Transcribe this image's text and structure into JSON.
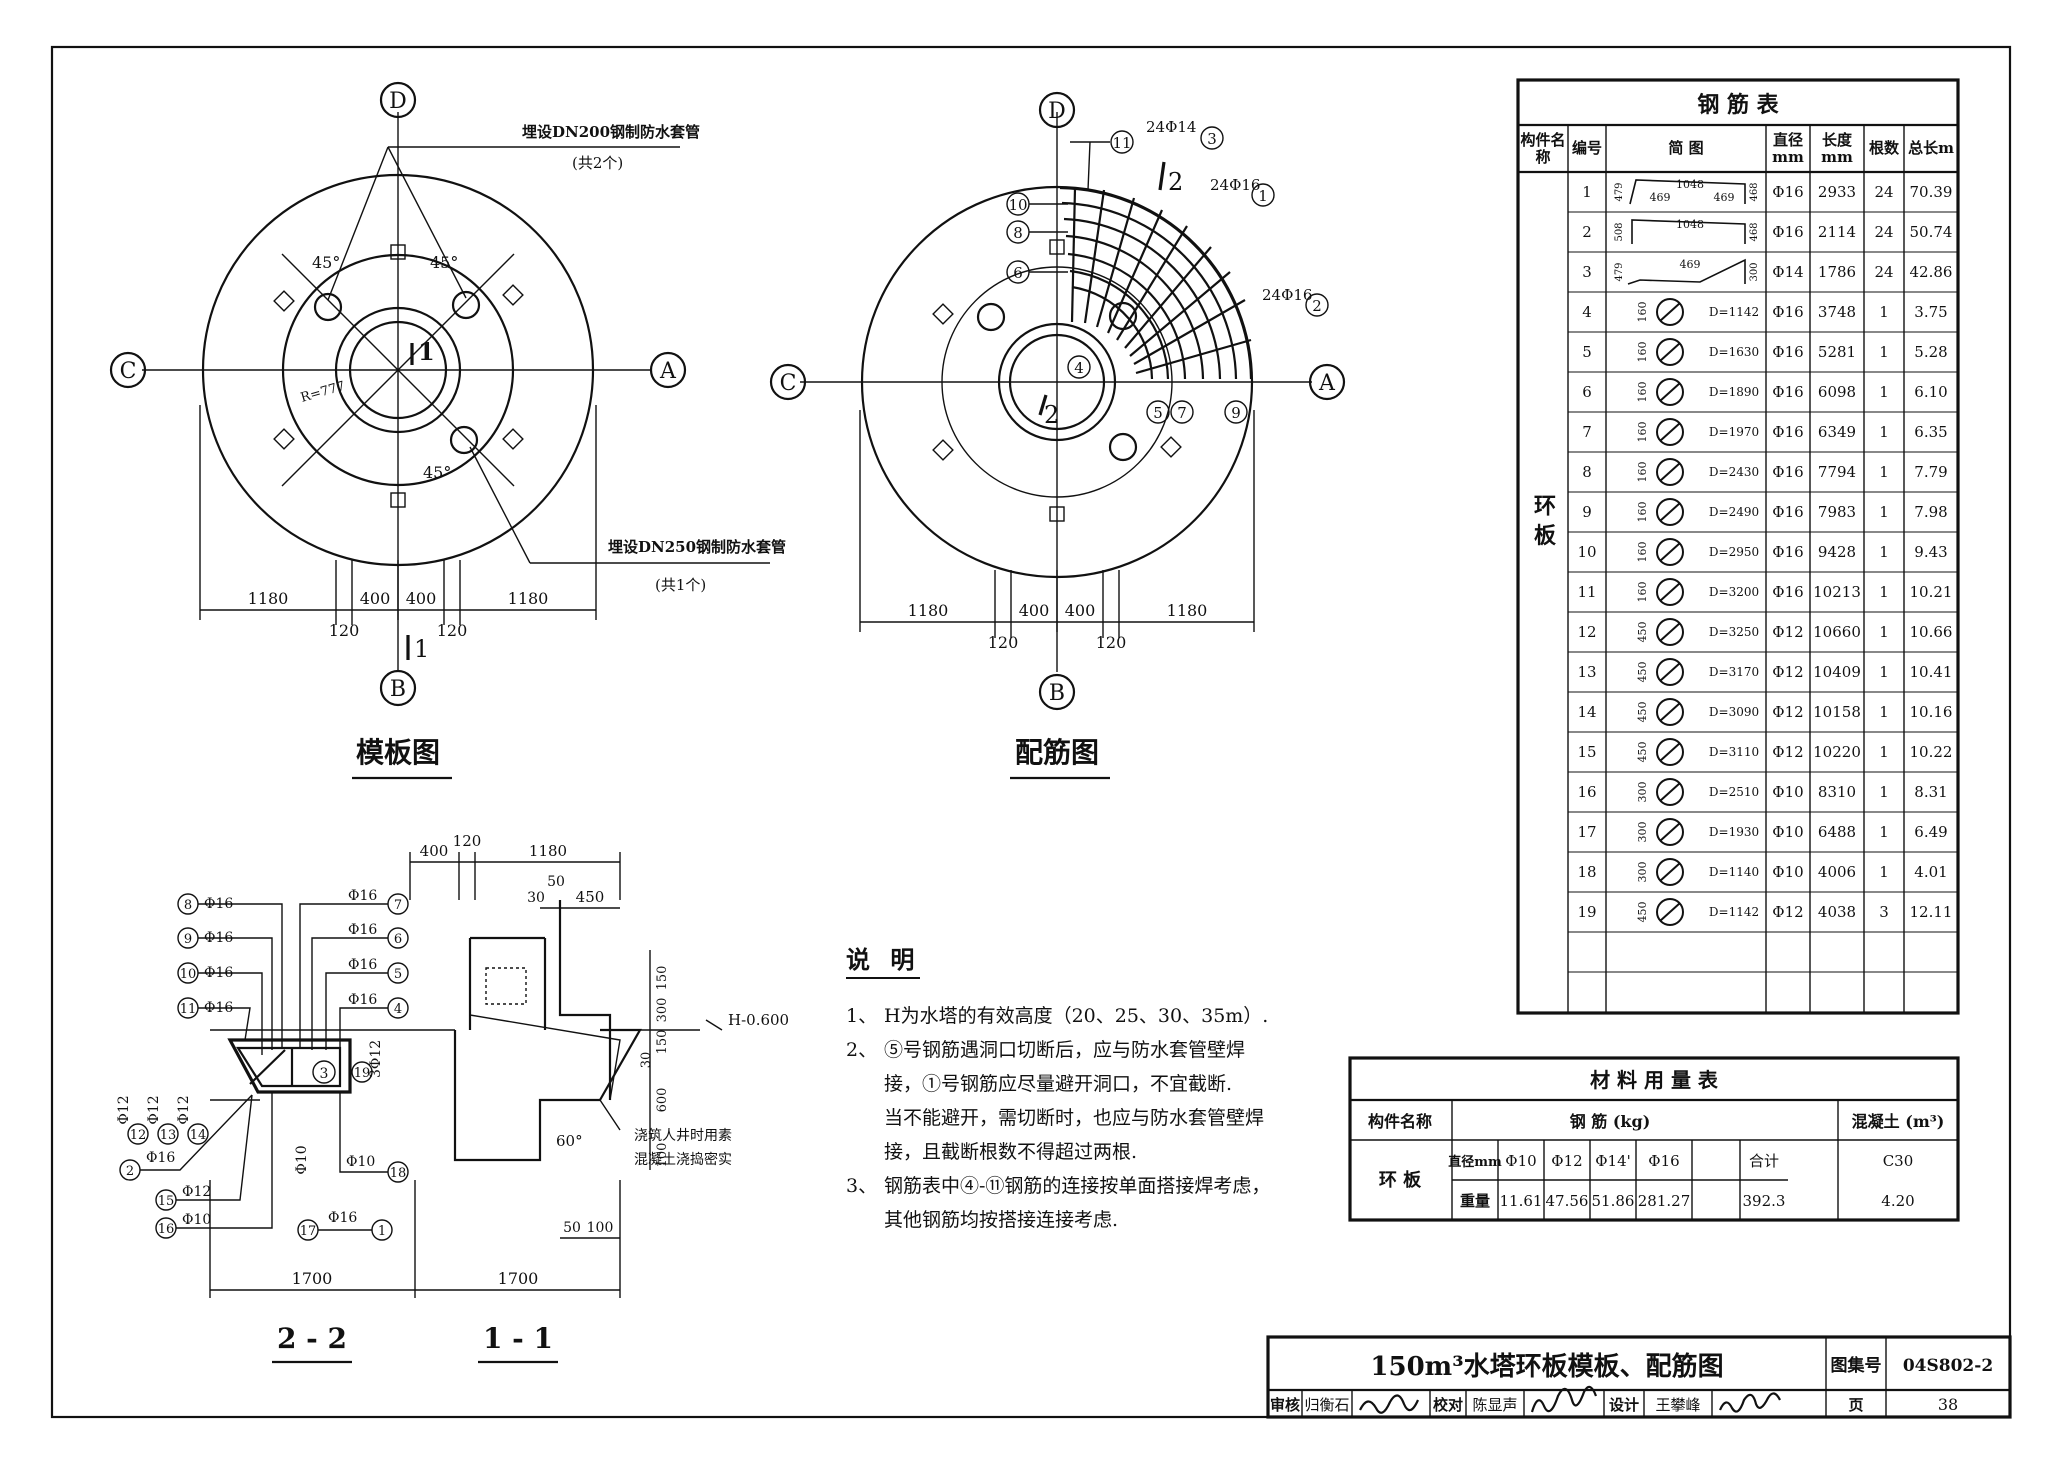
{
  "plan_view": {
    "title": "模板图",
    "labels": {
      "d": "D",
      "a": "A",
      "b": "B",
      "c": "C"
    },
    "note1": "埋设DN200钢制防水套管",
    "note1b": "(共2个)",
    "note2": "埋设DN250钢制防水套管",
    "note2b": "(共1个)",
    "angle": "45°",
    "radius": "R=777",
    "section_mark": "1",
    "dims": [
      "1180",
      "400",
      "400",
      "1180"
    ],
    "dims_small": [
      "120",
      "120"
    ]
  },
  "rebar_view": {
    "title": "配筋图",
    "labels": {
      "d": "D",
      "a": "A",
      "b": "B",
      "c": "C"
    },
    "callouts": [
      "24Φ14",
      "24Φ16",
      "24Φ16"
    ],
    "bubbles": [
      "11",
      "3",
      "10",
      "8",
      "6",
      "4",
      "5",
      "7",
      "9",
      "1",
      "2"
    ],
    "section_mark": "2",
    "dims": [
      "1180",
      "400",
      "400",
      "1180"
    ],
    "dims_small": [
      "120",
      "120"
    ]
  },
  "section": {
    "title_22": "2 - 2",
    "title_11": "1 - 1",
    "top_dims": [
      "400",
      "120",
      "1180",
      "30",
      "50",
      "450"
    ],
    "bottom_dims": [
      "1700",
      "1700"
    ],
    "right_dims": [
      "150",
      "300",
      "150",
      "600",
      "100",
      "30"
    ],
    "side_dims": [
      "50",
      "100"
    ],
    "level": "H-0.600",
    "angle": "60°",
    "pour_note_1": "浇筑人井时用素",
    "pour_note_2": "混凝土浇捣密实",
    "left_labels": [
      {
        "n": "8",
        "d": "Φ16"
      },
      {
        "n": "9",
        "d": "Φ16"
      },
      {
        "n": "10",
        "d": "Φ16"
      },
      {
        "n": "11",
        "d": "Φ16"
      }
    ],
    "right_labels": [
      {
        "n": "7",
        "d": "Φ16"
      },
      {
        "n": "6",
        "d": "Φ16"
      },
      {
        "n": "5",
        "d": "Φ16"
      },
      {
        "n": "4",
        "d": "Φ16"
      }
    ],
    "misc": {
      "r19": "19",
      "r19d": "3Φ12",
      "vert": [
        "Φ12",
        "Φ12",
        "Φ12"
      ],
      "c12": "12",
      "c13": "13",
      "c14": "14",
      "c2": "2",
      "c2d": "Φ16",
      "c15": "15",
      "c15d": "Φ12",
      "c16": "16",
      "c16d": "Φ10",
      "c17": "17",
      "c17d": "Φ16",
      "c1": "1",
      "c18": "18",
      "c18d": "Φ10",
      "mid": "Φ10",
      "c3": "3"
    }
  },
  "notes": {
    "heading": "说 明",
    "items": [
      {
        "num": "1、",
        "lines": [
          "H为水塔的有效高度（20、25、30、35m）."
        ]
      },
      {
        "num": "2、",
        "lines": [
          "⑤号钢筋遇洞口切断后，应与防水套管壁焊",
          "接，①号钢筋应尽量避开洞口，不宜截断.",
          "当不能避开，需切断时，也应与防水套管壁焊",
          "接，且截断根数不得超过两根."
        ]
      },
      {
        "num": "3、",
        "lines": [
          "钢筋表中④-⑪钢筋的连接按单面搭接焊考虑，",
          "其他钢筋均按搭接连接考虑."
        ]
      }
    ]
  },
  "rebar_table": {
    "title": "钢 筋 表",
    "headers": [
      "构件名称",
      "编号",
      "简 图",
      "直径mm",
      "长度mm",
      "根数",
      "总长m"
    ],
    "member": "环 板",
    "rows": [
      {
        "no": "1",
        "shape": "trap",
        "h": "479",
        "mid": "1048",
        "w": "469",
        "w2": "469",
        "r": "468",
        "d": "Φ16",
        "len": "2933",
        "cnt": "24",
        "tot": "70.39"
      },
      {
        "no": "2",
        "shape": "trap2",
        "h": "508",
        "mid": "1048",
        "r": "468",
        "d": "Φ16",
        "len": "2114",
        "cnt": "24",
        "tot": "50.74"
      },
      {
        "no": "3",
        "shape": "hook",
        "h": "479",
        "mid": "469",
        "r": "300",
        "d": "Φ14",
        "len": "1786",
        "cnt": "24",
        "tot": "42.86"
      },
      {
        "no": "4",
        "shape": "ring",
        "lap": "160",
        "dia": "D=1142",
        "d": "Φ16",
        "len": "3748",
        "cnt": "1",
        "tot": "3.75"
      },
      {
        "no": "5",
        "shape": "ring",
        "lap": "160",
        "dia": "D=1630",
        "d": "Φ16",
        "len": "5281",
        "cnt": "1",
        "tot": "5.28"
      },
      {
        "no": "6",
        "shape": "ring",
        "lap": "160",
        "dia": "D=1890",
        "d": "Φ16",
        "len": "6098",
        "cnt": "1",
        "tot": "6.10"
      },
      {
        "no": "7",
        "shape": "ring",
        "lap": "160",
        "dia": "D=1970",
        "d": "Φ16",
        "len": "6349",
        "cnt": "1",
        "tot": "6.35"
      },
      {
        "no": "8",
        "shape": "ring",
        "lap": "160",
        "dia": "D=2430",
        "d": "Φ16",
        "len": "7794",
        "cnt": "1",
        "tot": "7.79"
      },
      {
        "no": "9",
        "shape": "ring",
        "lap": "160",
        "dia": "D=2490",
        "d": "Φ16",
        "len": "7983",
        "cnt": "1",
        "tot": "7.98"
      },
      {
        "no": "10",
        "shape": "ring",
        "lap": "160",
        "dia": "D=2950",
        "d": "Φ16",
        "len": "9428",
        "cnt": "1",
        "tot": "9.43"
      },
      {
        "no": "11",
        "shape": "ring",
        "lap": "160",
        "dia": "D=3200",
        "d": "Φ16",
        "len": "10213",
        "cnt": "1",
        "tot": "10.21"
      },
      {
        "no": "12",
        "shape": "ring",
        "lap": "450",
        "dia": "D=3250",
        "d": "Φ12",
        "len": "10660",
        "cnt": "1",
        "tot": "10.66"
      },
      {
        "no": "13",
        "shape": "ring",
        "lap": "450",
        "dia": "D=3170",
        "d": "Φ12",
        "len": "10409",
        "cnt": "1",
        "tot": "10.41"
      },
      {
        "no": "14",
        "shape": "ring",
        "lap": "450",
        "dia": "D=3090",
        "d": "Φ12",
        "len": "10158",
        "cnt": "1",
        "tot": "10.16"
      },
      {
        "no": "15",
        "shape": "ring",
        "lap": "450",
        "dia": "D=3110",
        "d": "Φ12",
        "len": "10220",
        "cnt": "1",
        "tot": "10.22"
      },
      {
        "no": "16",
        "shape": "ring",
        "lap": "300",
        "dia": "D=2510",
        "d": "Φ10",
        "len": "8310",
        "cnt": "1",
        "tot": "8.31"
      },
      {
        "no": "17",
        "shape": "ring",
        "lap": "300",
        "dia": "D=1930",
        "d": "Φ10",
        "len": "6488",
        "cnt": "1",
        "tot": "6.49"
      },
      {
        "no": "18",
        "shape": "ring",
        "lap": "300",
        "dia": "D=1140",
        "d": "Φ10",
        "len": "4006",
        "cnt": "1",
        "tot": "4.01"
      },
      {
        "no": "19",
        "shape": "ring",
        "lap": "450",
        "dia": "D=1142",
        "d": "Φ12",
        "len": "4038",
        "cnt": "3",
        "tot": "12.11"
      }
    ]
  },
  "material_table": {
    "title": "材 料 用 量 表",
    "h_member": "构件名称",
    "h_steel": "钢 筋 (kg)",
    "h_concrete": "混凝土 (m³)",
    "member": "环 板",
    "h_dia": "直径mm",
    "h_weight": "重量",
    "dias": [
      "Φ10",
      "Φ12",
      "Φ14'",
      "Φ16"
    ],
    "weights": [
      "11.61",
      "47.56",
      "51.86",
      "281.27"
    ],
    "total_label": "合计",
    "total": "392.3",
    "concrete_grade": "C30",
    "concrete": "4.20"
  },
  "title_block": {
    "title": "150m³水塔环板模板、配筋图",
    "atlas_label": "图集号",
    "atlas_no": "04S802-2",
    "review_label": "审核",
    "reviewer": "归衡石",
    "check_label": "校对",
    "checker": "陈显声",
    "design_label": "设计",
    "designer": "王攀峰",
    "page_label": "页",
    "page": "38"
  }
}
